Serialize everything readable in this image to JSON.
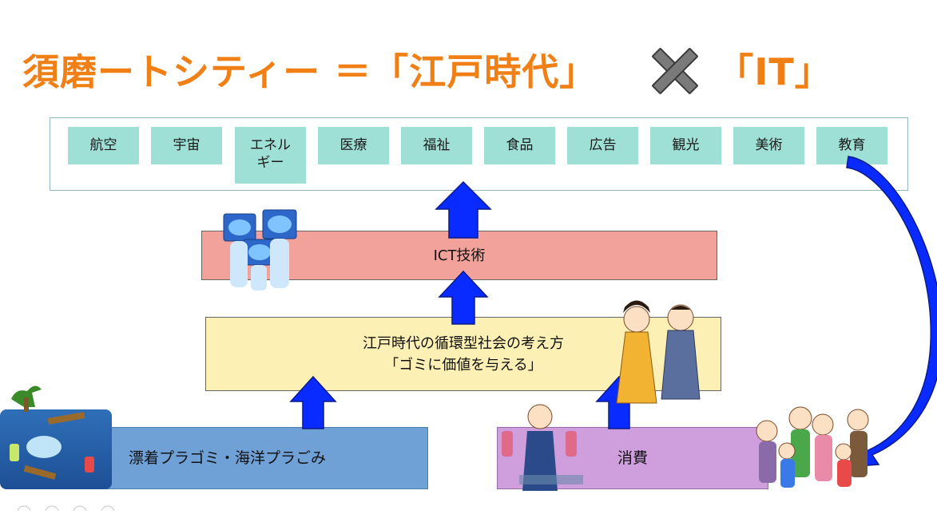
{
  "title": {
    "main": "須磨ートシティー ＝「江戸時代」",
    "it": "「IT」"
  },
  "fields": [
    "航空",
    "宇宙",
    "エネル\nギー",
    "医療",
    "福祉",
    "食品",
    "広告",
    "観光",
    "美術",
    "教育"
  ],
  "layers": {
    "ict": "ICT技術",
    "edo_line1": "江戸時代の循環型社会の考え方",
    "edo_line2": "「ゴミに価値を与える」",
    "plastic": "漂着プラゴミ・海洋プラごみ",
    "consume": "消費"
  },
  "colors": {
    "title": "#f07f16",
    "field": "#9ee0d6",
    "ict": "#f2a29a",
    "edo": "#fdf0b4",
    "plastic": "#6fa1d6",
    "consume": "#cf9fdd",
    "arrow": "#0a2bff"
  }
}
